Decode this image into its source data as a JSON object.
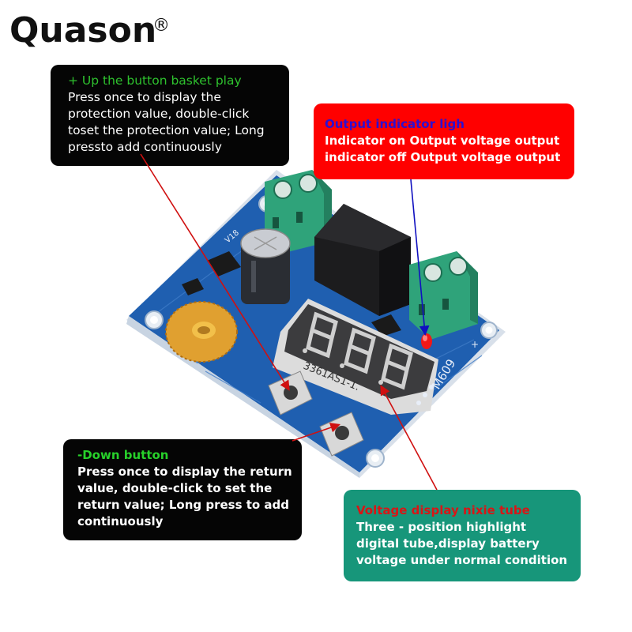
{
  "brand": {
    "name": "Quason",
    "registered_mark": "®"
  },
  "product": {
    "description": "Battery low-voltage protection board with 3-digit LED display",
    "display_label": "3361AS1-1.",
    "board_label": "M609",
    "polarity_mark": "+",
    "silkscreen_label": "V18"
  },
  "callouts": {
    "up_button": {
      "title": "+ Up the button basket play",
      "lines": [
        "Press once to display the",
        "protection value, double-click",
        "toset the protection value; Long",
        "pressto add continuously"
      ],
      "bg_color": "#050505",
      "title_color": "#2ec22e"
    },
    "output_indicator": {
      "title": "Output indicator ligh",
      "lines": [
        "Indicator on Output voltage output",
        "indicator off Output voltage output"
      ],
      "bg_color": "#ff0000",
      "title_color": "#2d0fd0"
    },
    "down_button": {
      "title": "-Down button",
      "lines": [
        "Press once to display the return",
        "value, double-click to set the",
        "return value; Long press to add",
        "continuously"
      ],
      "bg_color": "#050505",
      "title_color": "#27d02a"
    },
    "voltage_display": {
      "title": "Voltage display nixie tube",
      "lines": [
        "Three - position highlight",
        "digital tube,display battery",
        "voltage under normal condition"
      ],
      "bg_color": "#17967a",
      "title_color": "#d81616"
    }
  },
  "colors": {
    "pcb_blue": "#1f5fb0",
    "terminal_green": "#2fa37a",
    "arrow_red": "#d01010",
    "arrow_blue": "#1010c0"
  }
}
